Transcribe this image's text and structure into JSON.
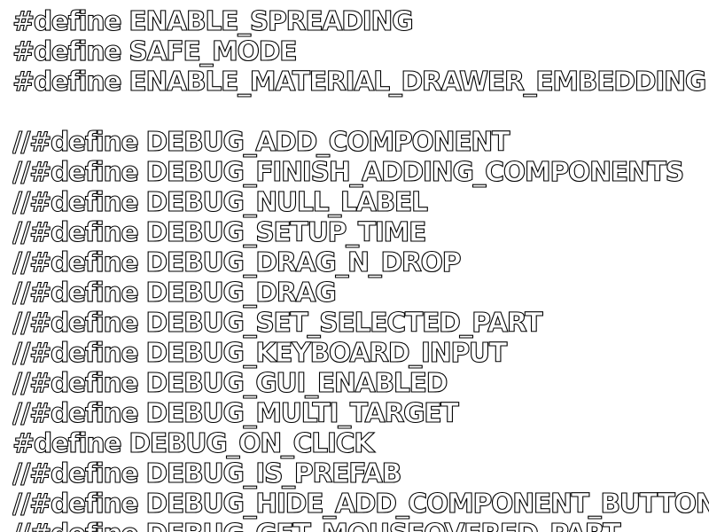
{
  "editor": {
    "lines": [
      "#define ENABLE_SPREADING",
      "#define SAFE_MODE",
      "#define ENABLE_MATERIAL_DRAWER_EMBEDDING",
      "",
      "//#define DEBUG_ADD_COMPONENT",
      "//#define DEBUG_FINISH_ADDING_COMPONENTS",
      "//#define DEBUG_NULL_LABEL",
      "//#define DEBUG_SETUP_TIME",
      "//#define DEBUG_DRAG_N_DROP",
      "//#define DEBUG_DRAG",
      "//#define DEBUG_SET_SELECTED_PART",
      "//#define DEBUG_KEYBOARD_INPUT",
      "//#define DEBUG_GUI_ENABLED",
      "//#define DEBUG_MULTI_TARGET",
      "#define DEBUG_ON_CLICK",
      "//#define DEBUG_IS_PREFAB",
      "//#define DEBUG_HIDE_ADD_COMPONENT_BUTTON",
      "//#define DEBUG_GET_MOUSEOVERED_PART"
    ]
  }
}
